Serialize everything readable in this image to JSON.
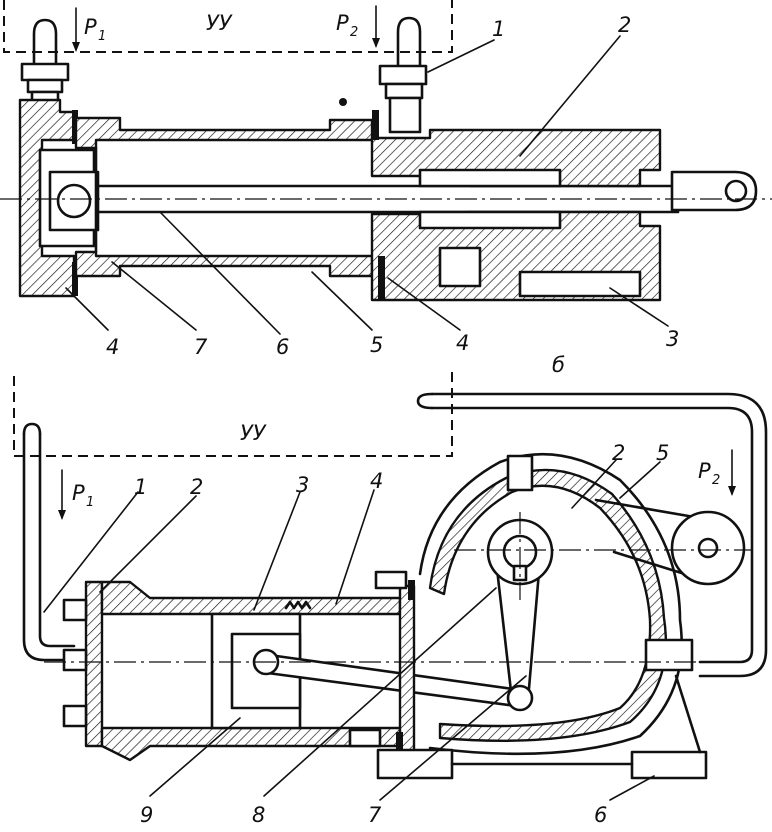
{
  "top_view": {
    "pressure_1": "P",
    "pressure_1_sub": "1",
    "pressure_2": "P",
    "pressure_2_sub": "2",
    "control_device": "УУ",
    "callouts": [
      "1",
      "2",
      "3",
      "4",
      "4",
      "5",
      "6",
      "7"
    ]
  },
  "bottom_view": {
    "pressure_1": "P",
    "pressure_1_sub": "1",
    "pressure_2": "P",
    "pressure_2_sub": "2",
    "control_device": "УУ",
    "tube_label": "б",
    "callouts": [
      "1",
      "2",
      "3",
      "4",
      "2",
      "5",
      "6",
      "7",
      "8",
      "9"
    ]
  }
}
